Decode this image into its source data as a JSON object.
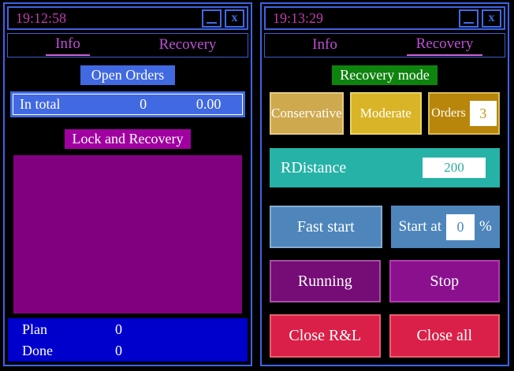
{
  "left_panel": {
    "title": "19:12:58",
    "window_buttons": {
      "minimize_icon": "minimize-underscore",
      "close_label": "x"
    },
    "tabs": [
      {
        "label": "Info",
        "active": true
      },
      {
        "label": "Recovery",
        "active": false
      }
    ],
    "open_orders_button": "Open Orders",
    "in_total_row": {
      "label": "In total",
      "count": "0",
      "amount": "0.00"
    },
    "lock_recovery_button": "Lock and Recovery",
    "summary": [
      {
        "label": "Plan",
        "value": "0"
      },
      {
        "label": "Done",
        "value": "0"
      }
    ]
  },
  "right_panel": {
    "title": "19:13:29",
    "window_buttons": {
      "minimize_icon": "minimize-underscore",
      "close_label": "x"
    },
    "tabs": [
      {
        "label": "Info",
        "active": false
      },
      {
        "label": "Recovery",
        "active": true
      }
    ],
    "recovery_mode_button": "Recovery mode",
    "mode_buttons": {
      "conservative_label": "Conservative",
      "moderate_label": "Moderate",
      "orders_label": "Orders",
      "orders_value": "3"
    },
    "rdistance": {
      "label": "RDistance",
      "value": "200"
    },
    "fast_start_button": "Fast start",
    "start_at": {
      "label": "Start at",
      "value": "0",
      "suffix": "%"
    },
    "running_button": "Running",
    "stop_button": "Stop",
    "close_rl_button": "Close R&L",
    "close_all_button": "Close all"
  },
  "colors": {
    "panel_border": "#3c64e8",
    "title_text": "#c23ab1",
    "tab_text": "#bf4fd6",
    "royal_blue": "#4169e1",
    "lock_purple": "#a000a0",
    "area_purple": "#800080",
    "summary_blue": "#0000cd",
    "recovery_green": "#0e830e",
    "conservative_gold": "#cfa94e",
    "moderate_gold": "#d9b427",
    "orders_gold": "#b8860b",
    "rdistance_teal": "#26b2a6",
    "steel_blue": "#4e86bc",
    "running_purple": "#760c76",
    "stop_purple": "#8a108e",
    "close_red": "#da2048"
  }
}
